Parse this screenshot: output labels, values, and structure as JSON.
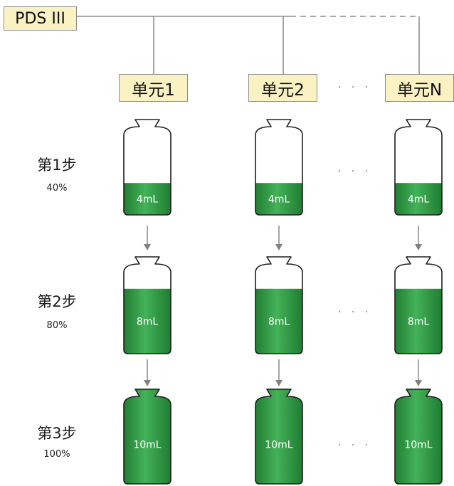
{
  "root": {
    "label": "PDS III"
  },
  "units": [
    {
      "label": "单元1"
    },
    {
      "label": "单元2"
    },
    {
      "label": "单元N"
    }
  ],
  "ellipsis": "· · ·",
  "steps": [
    {
      "label": "第1步",
      "percent": "40%",
      "volume": "4mL",
      "fill_fraction": 0.4
    },
    {
      "label": "第2步",
      "percent": "80%",
      "volume": "8mL",
      "fill_fraction": 0.8
    },
    {
      "label": "第3步",
      "percent": "100%",
      "volume": "10mL",
      "fill_fraction": 1.0
    }
  ],
  "colors": {
    "liquid": "#2f9a45",
    "liquid_dark": "#1f7a31",
    "label_box": "#fbf2c4",
    "connector": "#777777",
    "arrow": "#808080"
  }
}
